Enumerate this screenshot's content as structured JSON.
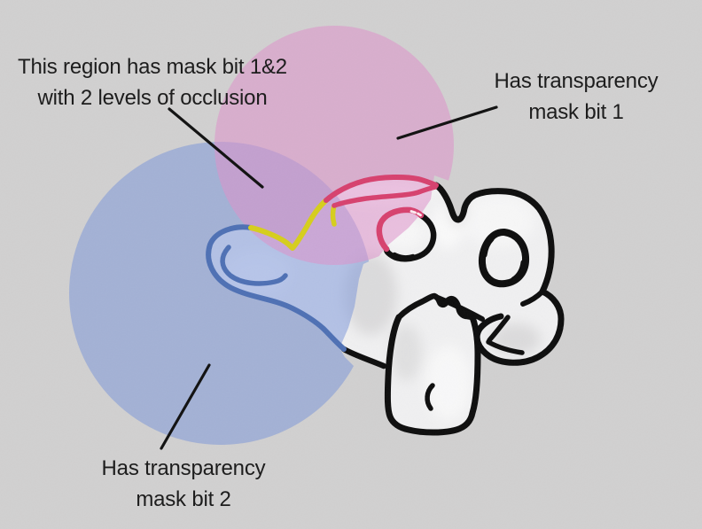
{
  "figure": {
    "annotations": {
      "occlusion": {
        "line1": "This region has mask bit 1&2",
        "line2": "with 2 levels of occlusion"
      },
      "mask1": {
        "line1": "Has transparency",
        "line2": "mask bit 1"
      },
      "mask2": {
        "line1": "Has transparency",
        "line2": "mask bit 2"
      }
    },
    "colors": {
      "background": "#d1d0d0",
      "pink_fill": "#de92ca",
      "blue_fill": "#7691da",
      "pink_stroke": "#d7416e",
      "blue_stroke": "#4e70b4",
      "yellow_stroke": "#d6ce1c",
      "outline": "#0d0d0d",
      "head_fill": "#f0f0f1",
      "text": "#1d1d1d",
      "leader_line": "#141414"
    }
  }
}
